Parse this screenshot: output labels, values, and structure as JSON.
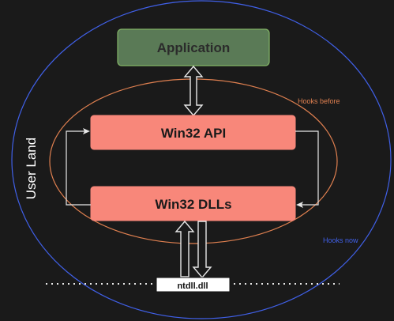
{
  "nodes": {
    "application": "Application",
    "win32_api": "Win32 API",
    "win32_dlls": "Win32 DLLs",
    "ntdll": "ntdll.dll"
  },
  "regions": {
    "user_land": "User Land"
  },
  "annotations": {
    "hooks_before": "Hooks before",
    "hooks_now": "Hooks now"
  },
  "colors": {
    "background": "#1a1a1a",
    "application_fill": "#5a7a56",
    "application_stroke": "#82b366",
    "win32_fill": "#f8877a",
    "hooks_before": "#e08050",
    "hooks_now": "#4060e8",
    "connector": "#e0e0e0"
  }
}
